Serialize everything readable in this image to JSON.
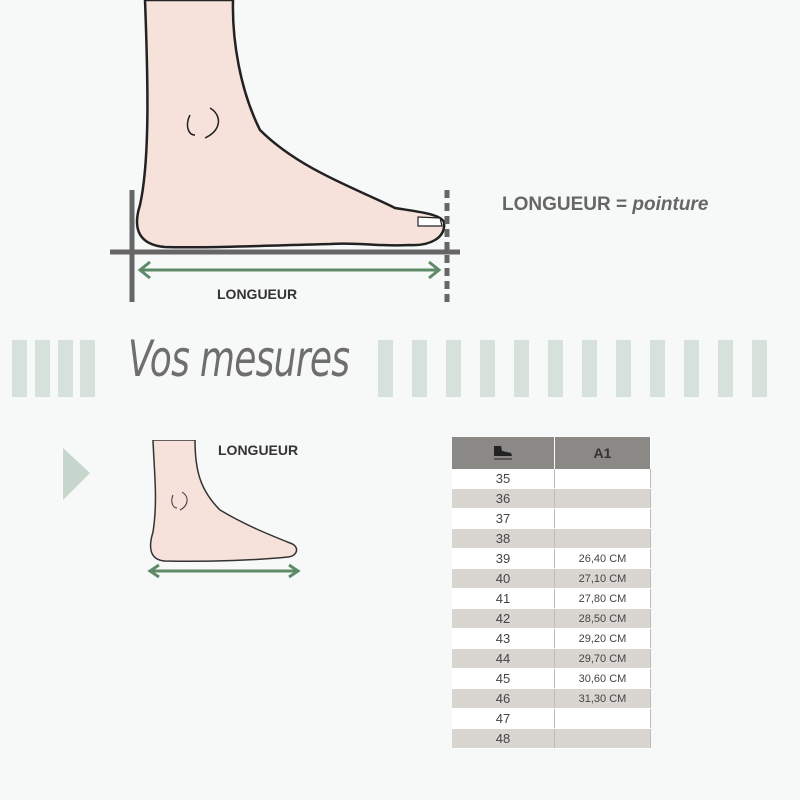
{
  "top_diagram": {
    "measure_label": "LONGUEUR",
    "formula_label": "LONGUEUR =",
    "formula_value": "pointure"
  },
  "section_title": "Vos mesures",
  "small_diagram": {
    "measure_label": "LONGUEUR"
  },
  "colors": {
    "accent_green": "#5f8a68",
    "stripe": "#d6e1dc",
    "header_gray": "#8b8986"
  },
  "size_table": {
    "header_icon": "shoe-length-icon",
    "column_header": "A1",
    "rows": [
      {
        "size": "35",
        "value": ""
      },
      {
        "size": "36",
        "value": ""
      },
      {
        "size": "37",
        "value": ""
      },
      {
        "size": "38",
        "value": ""
      },
      {
        "size": "39",
        "value": "26,40 CM"
      },
      {
        "size": "40",
        "value": "27,10 CM"
      },
      {
        "size": "41",
        "value": "27,80 CM"
      },
      {
        "size": "42",
        "value": "28,50 CM"
      },
      {
        "size": "43",
        "value": "29,20 CM"
      },
      {
        "size": "44",
        "value": "29,70 CM"
      },
      {
        "size": "45",
        "value": "30,60 CM"
      },
      {
        "size": "46",
        "value": "31,30 CM"
      },
      {
        "size": "47",
        "value": ""
      },
      {
        "size": "48",
        "value": ""
      }
    ]
  }
}
